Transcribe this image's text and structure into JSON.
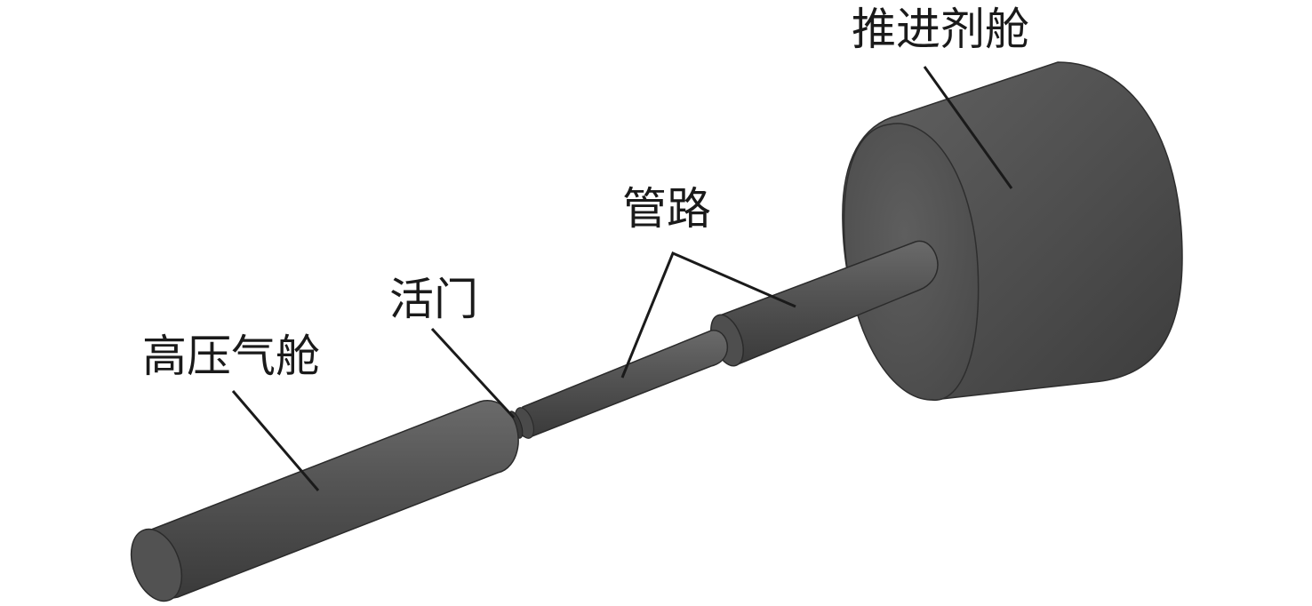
{
  "labels": {
    "propellant_tank": "推进剂舱",
    "pipeline": "管路",
    "valve": "活门",
    "high_pressure_tank": "高压气舱"
  },
  "colors": {
    "body_dark": "#404040",
    "body_mid": "#575757",
    "body_light": "#6e6e6e",
    "face": "#5a5a5a",
    "edge": "#2b2b2b",
    "leader": "#1a1a1a"
  }
}
